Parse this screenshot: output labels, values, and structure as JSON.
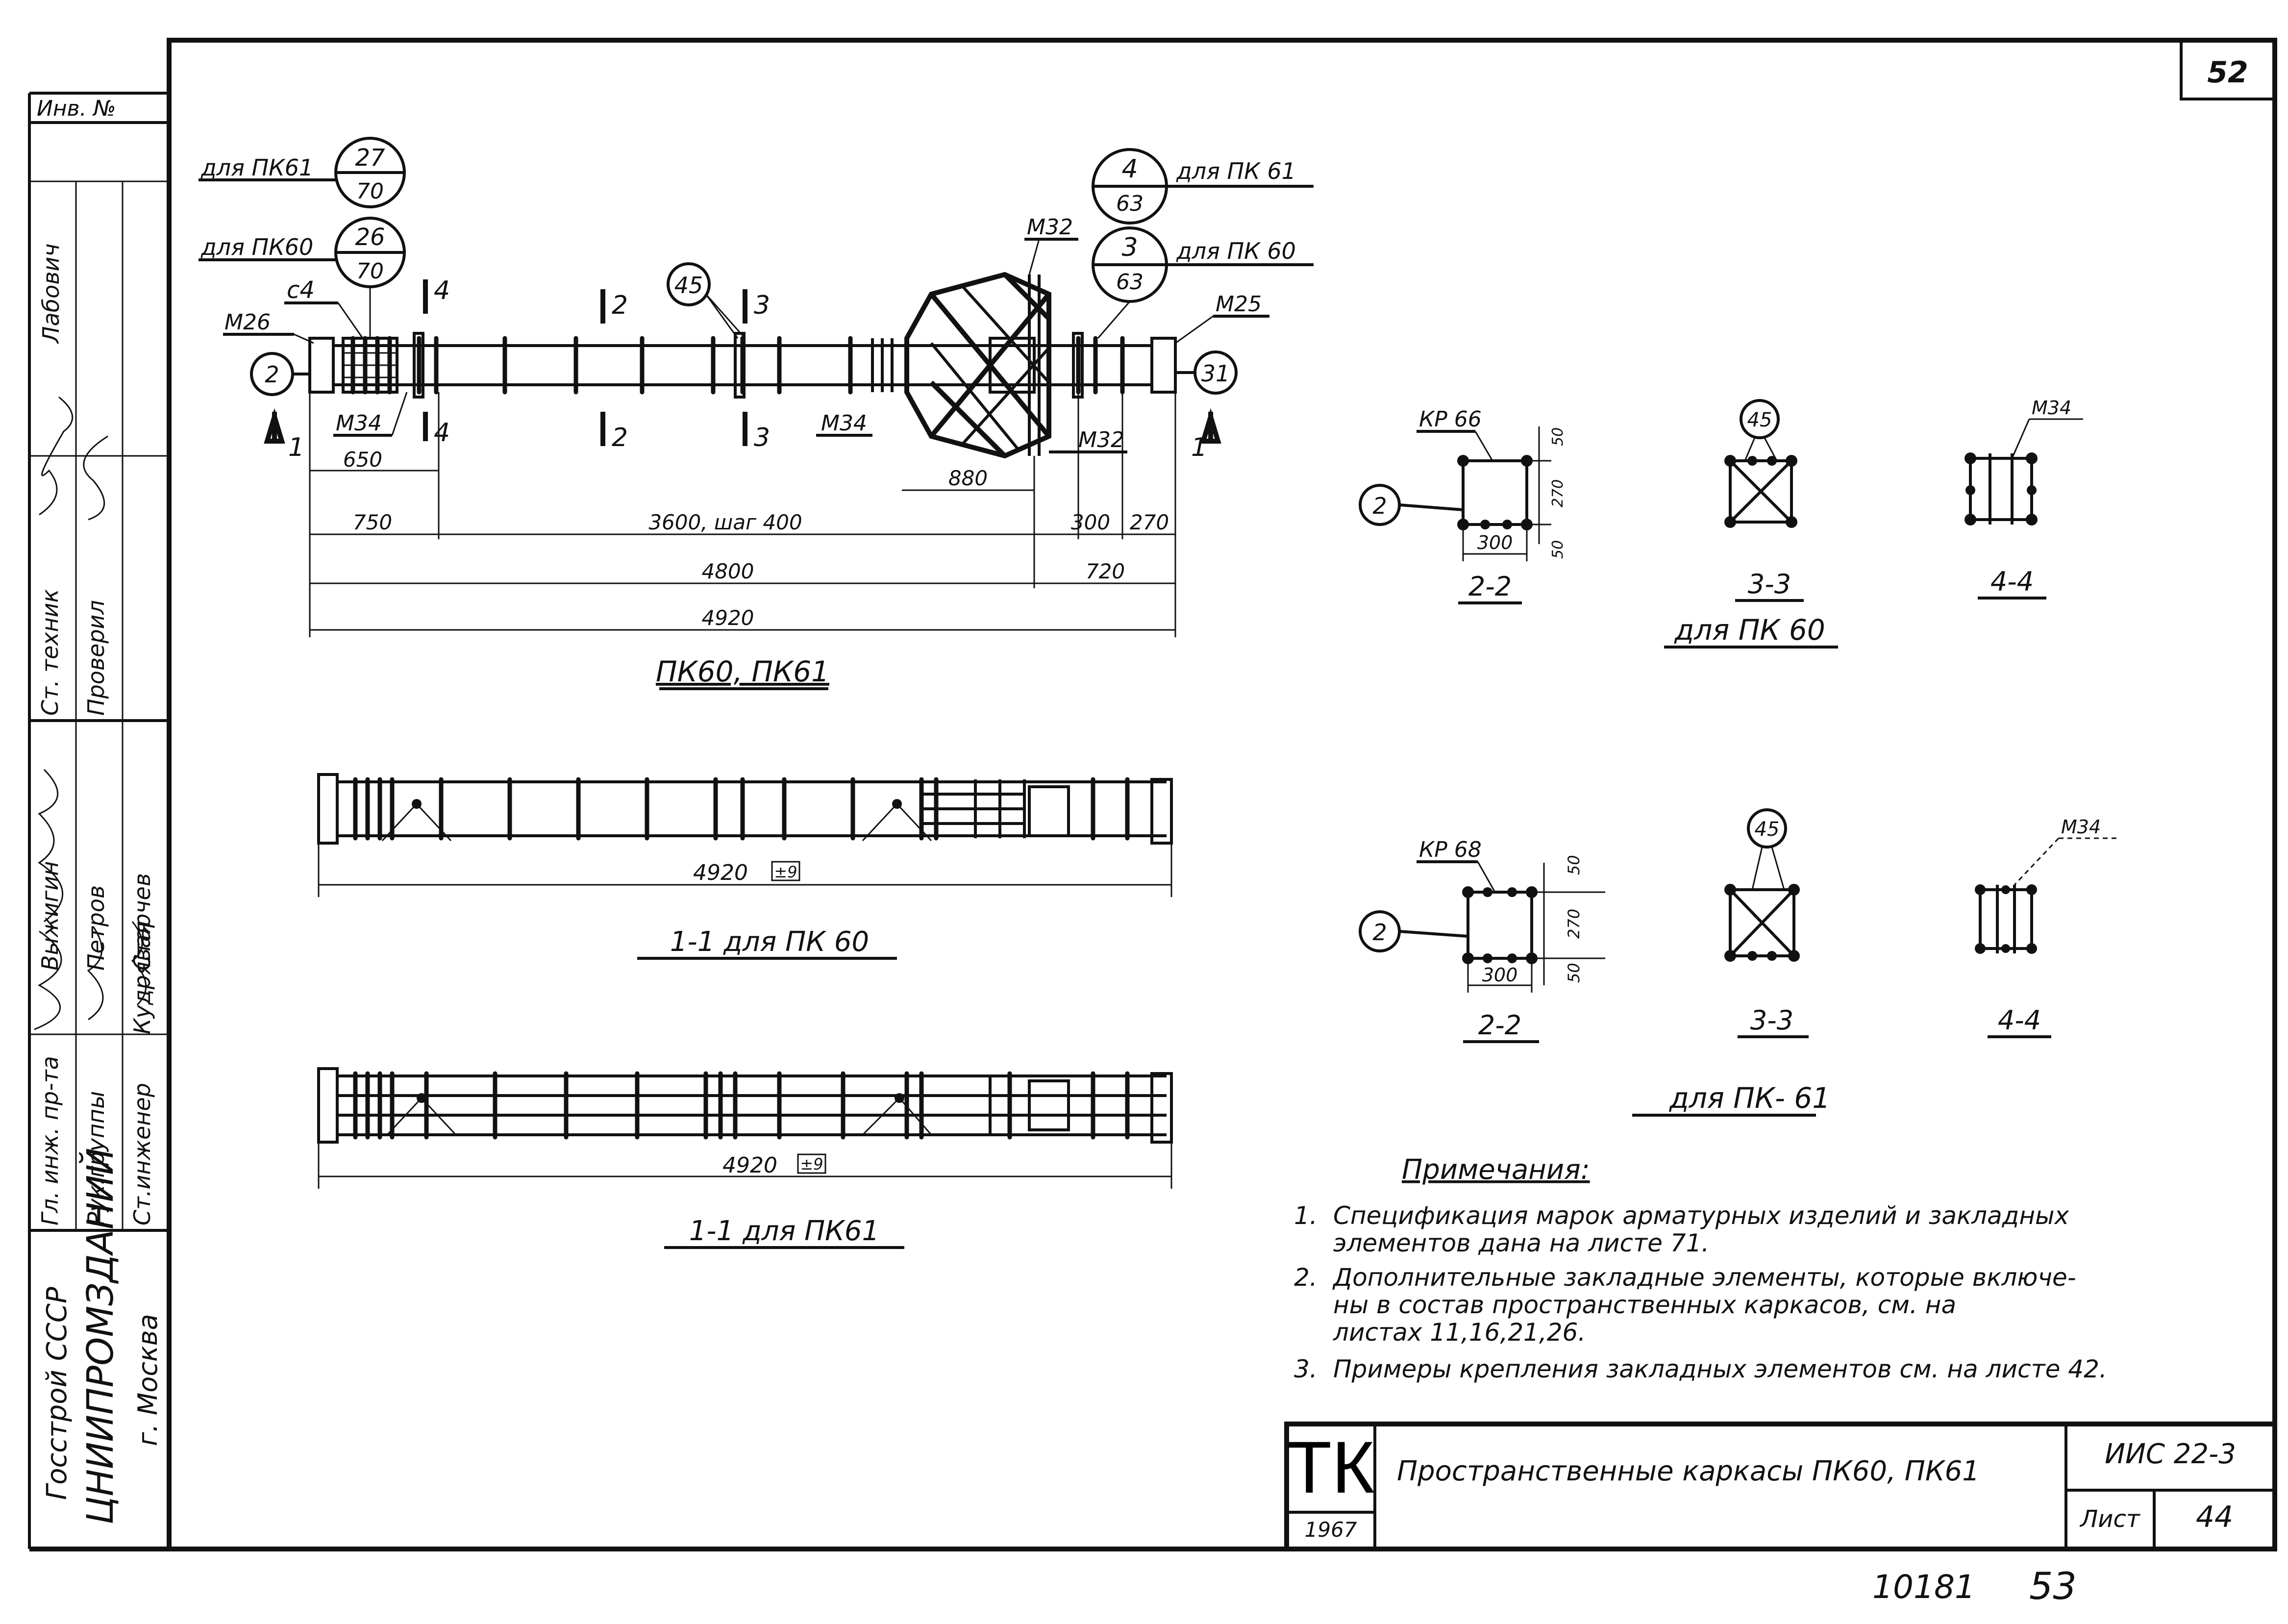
{
  "sheet_number": "52",
  "footer": {
    "archive_number": "10181",
    "page_number": "53"
  },
  "title_block": {
    "series_mark": "ТК",
    "year": "1967",
    "title": "Пространственные   каркасы ПК60, ПК61",
    "series_code": "ИИС 22-3",
    "sheet_label": "Лист",
    "sheet_value": "44"
  },
  "left_stamp": {
    "inv_label": "Инв. №",
    "signers": [
      {
        "role": "Ст. техник",
        "name": "Лабович"
      },
      {
        "role": "Проверил",
        "name": ""
      },
      {
        "role": "Выжигин",
        "name": ""
      },
      {
        "role": "Гл. инж. пр-та",
        "name": "Петров"
      },
      {
        "role": "Рук.группы",
        "name": "Старчев"
      },
      {
        "role": "Ст.инженер",
        "name": "Кудрявая"
      }
    ],
    "org_line1": "Госстрой СССР",
    "org_line2": "ЦНИИПРОМЗДАНИЙ",
    "org_line3": "г. Москва"
  },
  "main_view": {
    "caption": "ПК60, ПК61",
    "labels": {
      "for_pk61_top_left": "для ПК61",
      "for_pk60_top_left": "для ПК60",
      "for_pk61_top_right": "для ПК 61",
      "for_pk60_top_right": "для ПК 60",
      "c4": "с4",
      "m26": "М26",
      "m34_left": "М34",
      "m34_mid": "М34",
      "m32_top": "М32",
      "m32_bottom": "М32",
      "m25": "М25",
      "sec1": "1",
      "sec2": "2",
      "sec3": "3",
      "sec4": "4"
    },
    "bubbles": {
      "left_top_num": "27",
      "left_top_den": "70",
      "left_mid_num": "26",
      "left_mid_den": "70",
      "right_top_num": "4",
      "right_top_den": "63",
      "right_mid_num": "3",
      "right_mid_den": "63",
      "pos45": "45",
      "pos2": "2",
      "pos31": "31"
    },
    "dims": {
      "d650": "650",
      "d880": "880",
      "d750": "750",
      "d3600": "3600, шаг 400",
      "d300": "300",
      "d270": "270",
      "d4800": "4800",
      "d720": "720",
      "d4920": "4920"
    }
  },
  "section_views": [
    {
      "caption": "1-1 для ПК 60",
      "length": "4920",
      "tol": "±9"
    },
    {
      "caption": "1-1 для ПК61",
      "length": "4920",
      "tol": "±9"
    }
  ],
  "cross_sections": {
    "pk60": {
      "group_caption": "для ПК 60",
      "kp_label": "КР 66",
      "m34_label": "М34",
      "pos2": "2",
      "pos45": "45",
      "dim300": "300",
      "dim50a": "50",
      "dim270": "270",
      "dim50b": "50",
      "cap22": "2-2",
      "cap33": "3-3",
      "cap44": "4-4"
    },
    "pk61": {
      "group_caption": "для ПК- 61",
      "kp_label": "КР 68",
      "m34_label": "М34",
      "pos2": "2",
      "pos45": "45",
      "dim300": "300",
      "dim50a": "50",
      "dim270": "270",
      "dim50b": "50",
      "cap22": "2-2",
      "cap33": "3-3",
      "cap44": "4-4"
    }
  },
  "notes": {
    "heading": "Примечания:",
    "items": [
      [
        "1.",
        "Спецификация марок арматурных изделий и закладных",
        "элементов дана на листе 71."
      ],
      [
        "2.",
        "Дополнительные закладные элементы, которые включе-",
        "ны в состав пространственных каркасов, см. на",
        "листах 11,16,21,26."
      ],
      [
        "3.",
        "Примеры крепления закладных элементов см. на листе 42."
      ]
    ]
  }
}
